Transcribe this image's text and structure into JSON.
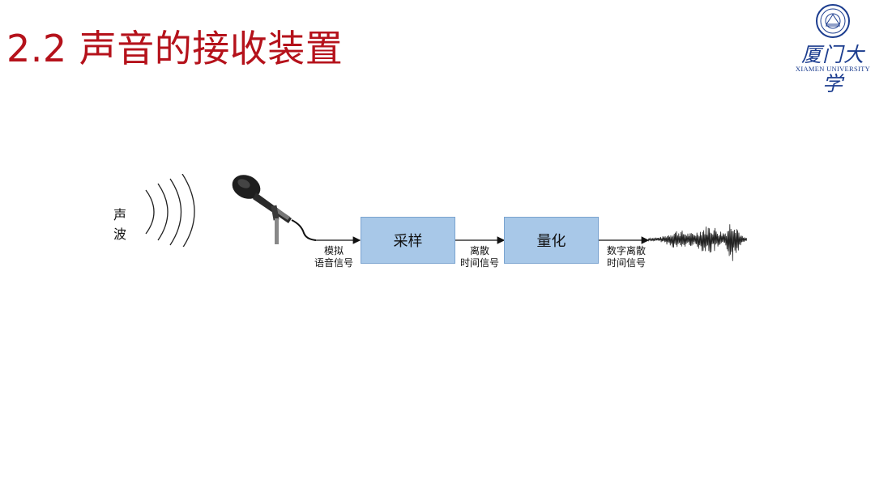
{
  "slide": {
    "title": "2.2 声音的接收装置"
  },
  "logo": {
    "name_cn": "厦门大学",
    "name_en": "XIAMEN UNIVERSITY",
    "color": "#1c3d8f"
  },
  "diagram": {
    "sound_wave_label": "声波",
    "blocks": {
      "sampling": "采样",
      "quantization": "量化"
    },
    "signals": {
      "analog": {
        "line1": "模拟",
        "line2": "语音信号"
      },
      "discrete_time": {
        "line1": "离散",
        "line2": "时间信号"
      },
      "digital": {
        "line1": "数字离散",
        "line2": "时间信号"
      }
    },
    "icons": [
      "sound-wave-icon",
      "microphone-icon",
      "waveform-icon"
    ]
  },
  "colors": {
    "title": "#b5121b",
    "block_fill": "#a8c8e8",
    "block_border": "#7aa3cf"
  }
}
